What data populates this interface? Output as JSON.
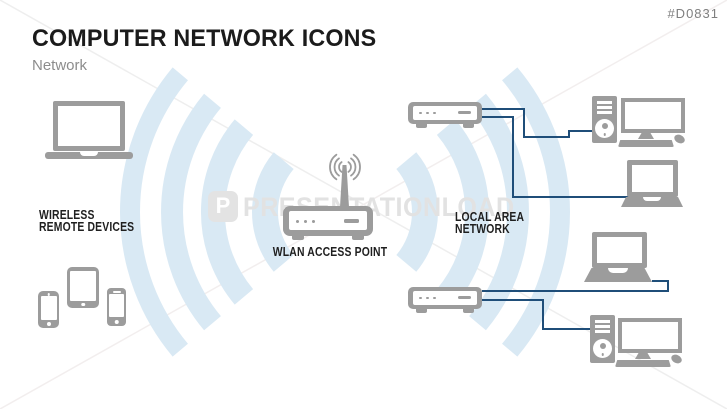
{
  "slide": {
    "title": "COMPUTER NETWORK ICONS",
    "subtitle": "Network",
    "ref_code": "#D0831"
  },
  "watermark": {
    "logo_letter": "P",
    "text": "PRESENTATIONLOAD"
  },
  "labels": {
    "wireless_line1": "WIRELESS",
    "wireless_line2": "REMOTE DEVICES",
    "wlan": "WLAN ACCESS POINT",
    "lan_line1": "LOCAL AREA",
    "lan_line2": "NETWORK"
  },
  "icons": {
    "left_group": [
      "laptop-icon",
      "smartphone-icon",
      "tablet-icon",
      "smartphone-icon"
    ],
    "center": [
      "wlan-access-point-icon",
      "wifi-signal-arcs",
      "antenna-icon"
    ],
    "right_group": [
      "network-switch-icon",
      "desktop-computer-icon",
      "laptop-icon",
      "network-switch-icon",
      "laptop-icon",
      "desktop-computer-icon"
    ]
  },
  "colors": {
    "device_gray": "#9c9c9c",
    "wifi_arc_blue": "#d9e9f4",
    "cable_blue": "#1f4e79",
    "title_black": "#1b1b1b",
    "subtitle_gray": "#8c8c8c",
    "ref_gray": "#7f7f7f",
    "watermark_gray": "#e2e2e2"
  }
}
